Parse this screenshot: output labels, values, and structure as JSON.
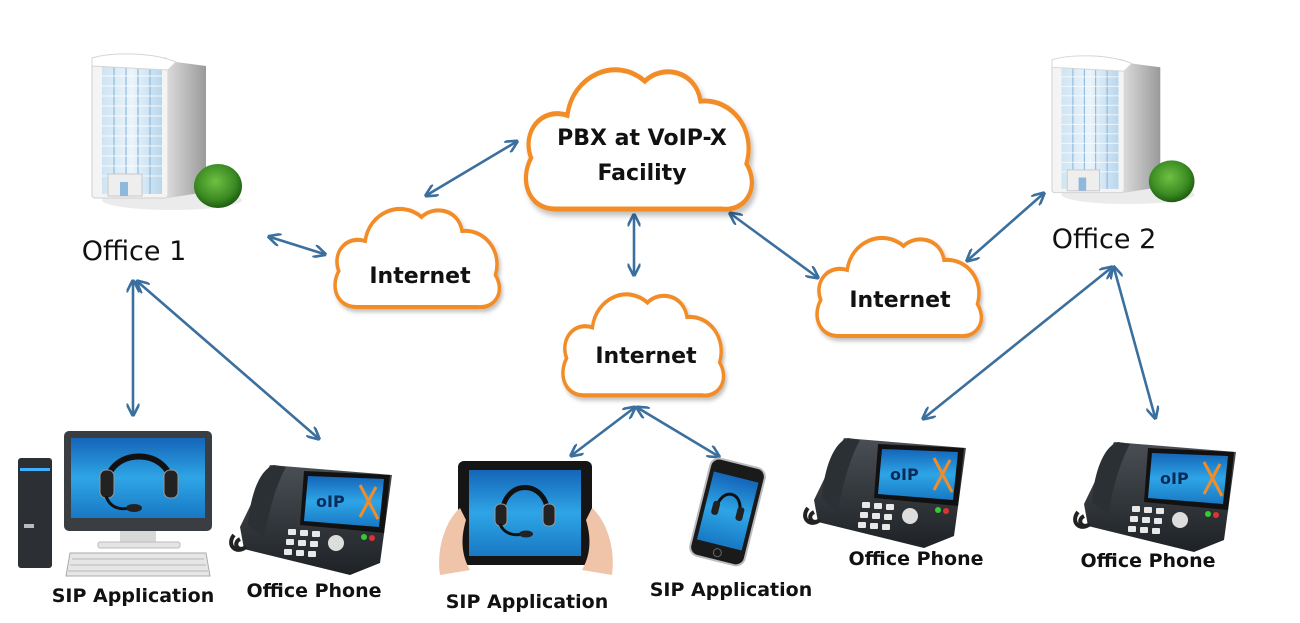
{
  "diagram": {
    "title": "VoIP-X hosted PBX network",
    "colors": {
      "arrow": "#3a6f9e",
      "cloud_outline": "#f28c28",
      "cloud_fill": "#ffffff",
      "screen_blue": "#1e8fd4",
      "text": "#111111"
    },
    "offices": [
      {
        "id": "office1",
        "label": "Office 1",
        "icon": "office-building-icon"
      },
      {
        "id": "office2",
        "label": "Office 2",
        "icon": "office-building-icon"
      }
    ],
    "clouds": [
      {
        "id": "pbx",
        "label_line1": "PBX at VoIP-X",
        "label_line2": "Facility",
        "icon": "cloud-icon"
      },
      {
        "id": "internet_left",
        "label": "Internet",
        "icon": "cloud-icon"
      },
      {
        "id": "internet_center",
        "label": "Internet",
        "icon": "cloud-icon"
      },
      {
        "id": "internet_right",
        "label": "Internet",
        "icon": "cloud-icon"
      }
    ],
    "devices": [
      {
        "id": "desktop",
        "label": "SIP Application",
        "icon": "desktop-computer-headset-icon"
      },
      {
        "id": "phone1",
        "label": "Office Phone",
        "icon": "desk-phone-icon",
        "screen_text": "VoIP X"
      },
      {
        "id": "tablet",
        "label": "SIP Application",
        "icon": "tablet-headset-icon"
      },
      {
        "id": "mobile",
        "label": "SIP Application",
        "icon": "smartphone-headset-icon"
      },
      {
        "id": "phone2",
        "label": "Office Phone",
        "icon": "desk-phone-icon",
        "screen_text": "VoIP X"
      },
      {
        "id": "phone3",
        "label": "Office Phone",
        "icon": "desk-phone-icon",
        "screen_text": "VoIP X"
      }
    ],
    "connections": [
      {
        "from": "office1",
        "to": "internet_left",
        "type": "bidirectional"
      },
      {
        "from": "internet_left",
        "to": "pbx",
        "type": "bidirectional"
      },
      {
        "from": "pbx",
        "to": "internet_center",
        "type": "bidirectional"
      },
      {
        "from": "pbx",
        "to": "internet_right",
        "type": "bidirectional"
      },
      {
        "from": "internet_right",
        "to": "office2",
        "type": "bidirectional"
      },
      {
        "from": "office1",
        "to": "desktop",
        "type": "bidirectional"
      },
      {
        "from": "office1",
        "to": "phone1",
        "type": "bidirectional"
      },
      {
        "from": "internet_center",
        "to": "tablet",
        "type": "bidirectional"
      },
      {
        "from": "internet_center",
        "to": "mobile",
        "type": "bidirectional"
      },
      {
        "from": "office2",
        "to": "phone2",
        "type": "bidirectional"
      },
      {
        "from": "office2",
        "to": "phone3",
        "type": "bidirectional"
      }
    ]
  }
}
